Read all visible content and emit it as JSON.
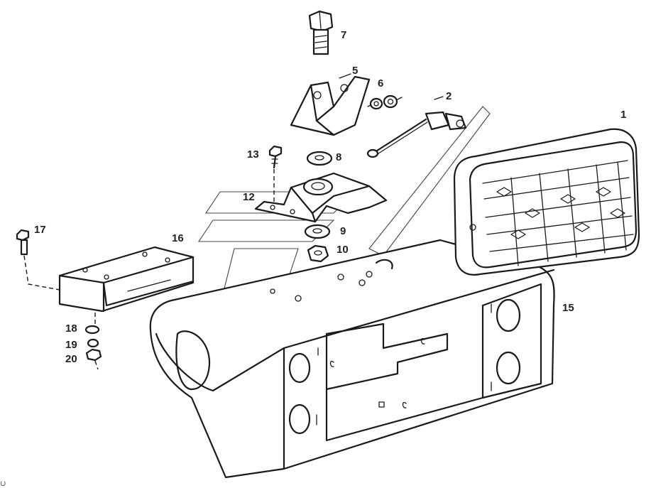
{
  "diagram": {
    "callouts": [
      {
        "id": "c1",
        "label": "1"
      },
      {
        "id": "c2",
        "label": "2"
      },
      {
        "id": "c5",
        "label": "5"
      },
      {
        "id": "c6",
        "label": "6"
      },
      {
        "id": "c7",
        "label": "7"
      },
      {
        "id": "c8",
        "label": "8"
      },
      {
        "id": "c9",
        "label": "9"
      },
      {
        "id": "c10",
        "label": "10"
      },
      {
        "id": "c12",
        "label": "12"
      },
      {
        "id": "c13",
        "label": "13"
      },
      {
        "id": "c15",
        "label": "15"
      },
      {
        "id": "c16",
        "label": "16"
      },
      {
        "id": "c17",
        "label": "17"
      },
      {
        "id": "c18",
        "label": "18"
      },
      {
        "id": "c19",
        "label": "19"
      },
      {
        "id": "c20",
        "label": "20"
      }
    ],
    "footer_mark": "ပ",
    "colors": {
      "ink": "#1a1a1a",
      "paper": "#ffffff",
      "watermark": "#444444"
    }
  }
}
